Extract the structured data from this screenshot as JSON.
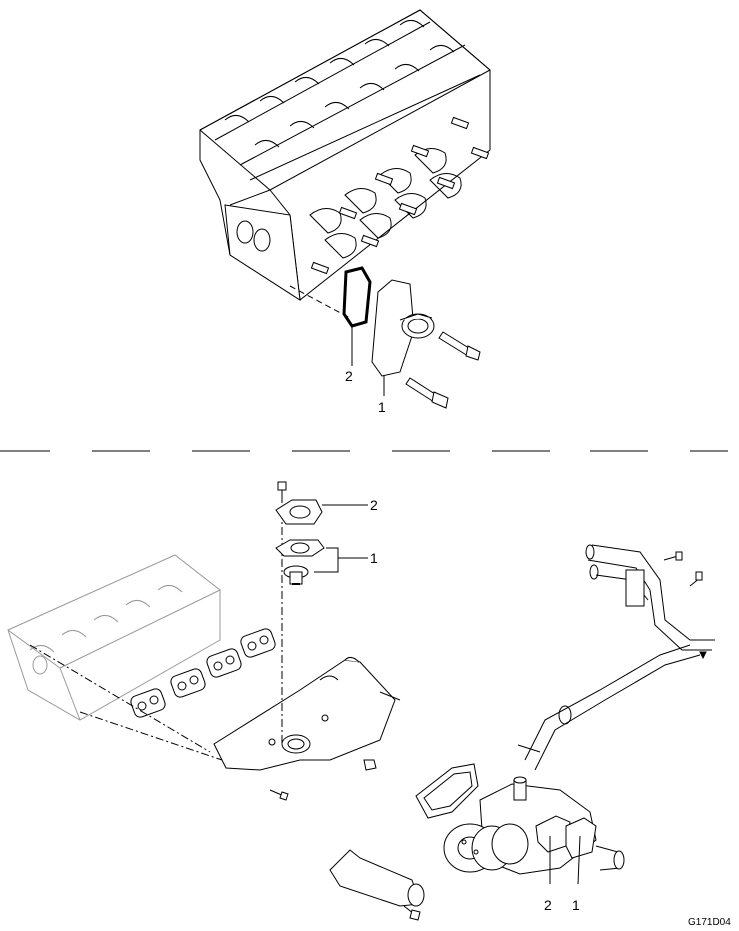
{
  "top_panel": {
    "callouts": {
      "housing": "1",
      "gasket": "2"
    }
  },
  "bottom_panel": {
    "thermostat_callouts": {
      "thermostat_and_gasket": "1",
      "thermostat_cover": "2"
    },
    "water_pump_callouts": {
      "pump_gasket": "2",
      "pump_cover": "1"
    }
  },
  "figure_code": "G171D04"
}
